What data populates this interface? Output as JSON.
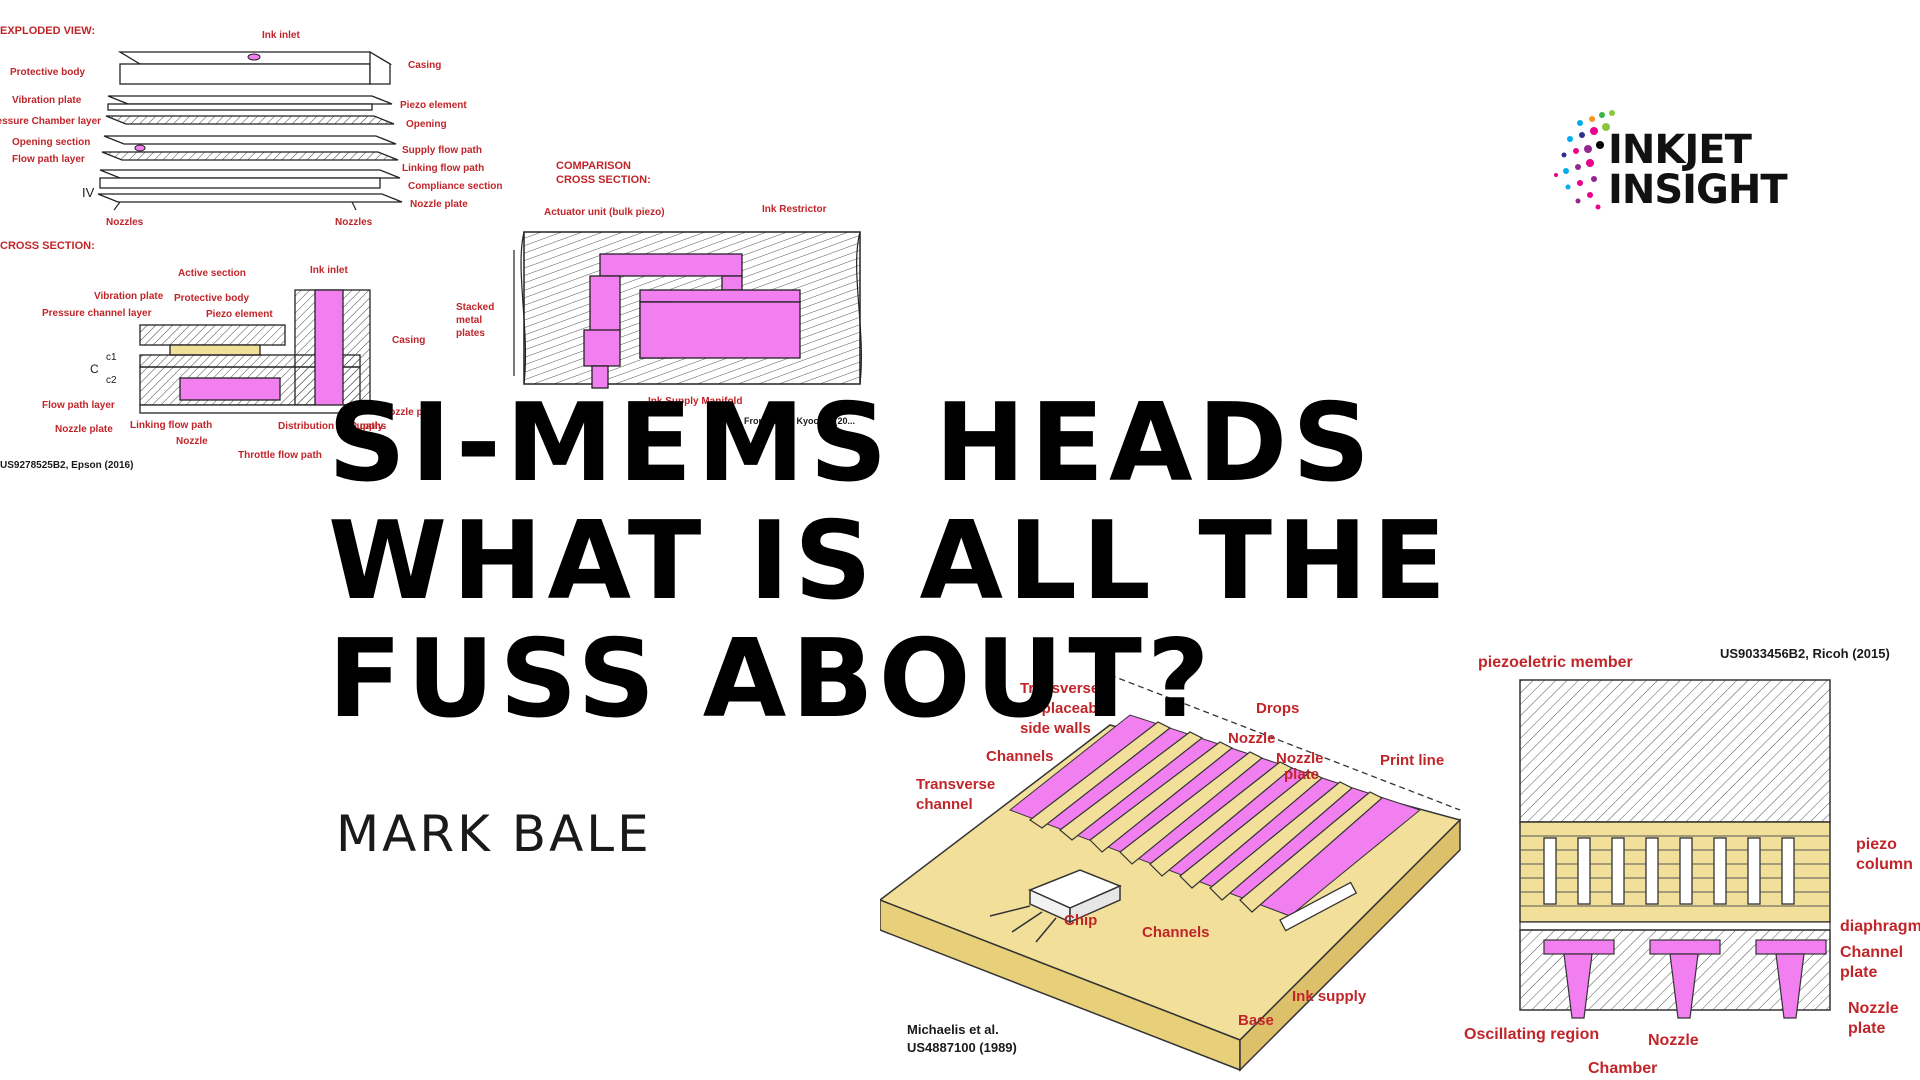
{
  "title_lines": [
    "SI-MEMS HEADS",
    "WHAT IS ALL THE",
    "FUSS ABOUT?"
  ],
  "author": "MARK BALE",
  "logo": {
    "line1": "INKJET",
    "line2": "INSIGHT"
  },
  "colors": {
    "accent": "#c0252a",
    "ink": "#f27ff0",
    "piezo": "#f1df9a",
    "title": "#000000"
  },
  "epson_figure": {
    "exploded_heading": "EXPLODED VIEW:",
    "exploded_labels": {
      "ink_inlet": "Ink inlet",
      "casing": "Casing",
      "protective_body": "Protective body",
      "vibration_plate": "Vibration plate",
      "piezo_element": "Piezo element",
      "pressure_chamber_layer": "Pressure Chamber layer",
      "opening": "Opening",
      "opening_section": "Opening section",
      "supply_flow_path": "Supply flow path",
      "flow_path_layer": "Flow path layer",
      "linking_flow_path": "Linking flow path",
      "iv": "IV",
      "compliance_section": "Compliance section",
      "nozzle_plate": "Nozzle plate",
      "nozzles_left": "Nozzles",
      "nozzles_right": "Nozzles"
    },
    "cross_heading": "CROSS SECTION:",
    "cross_labels": {
      "active_section": "Active section",
      "ink_inlet": "Ink inlet",
      "vibration_plate": "Vibration plate",
      "protective_body": "Protective body",
      "pressure_channel_layer": "Pressure channel layer",
      "piezo_element": "Piezo element",
      "casing": "Casing",
      "c": "C",
      "c1": "c1",
      "c2": "c2",
      "flow_path_layer": "Flow path layer",
      "nozzle_plate_left": "Nozzle plate",
      "nozzle_plate_right": "Nozzle plate",
      "linking_flow_path": "Linking flow path",
      "nozzle": "Nozzle",
      "distribution_flow_paths": "Distribution flow paths",
      "supply": "Supply",
      "throttle_flow_path": "Throttle flow path"
    },
    "citation": "US9278525B2, Epson (2016)"
  },
  "comparison_figure": {
    "heading_line1": "COMPARISON",
    "heading_line2": "CROSS SECTION:",
    "actuator": "Actuator unit (bulk piezo)",
    "restrictor": "Ink Restrictor",
    "stacked_line1": "Stacked",
    "stacked_line2": "metal",
    "stacked_line3": "plates",
    "manifold": "Ink Supply Manifold",
    "source": "From ...760, Kyocera (20..."
  },
  "shared_wall_figure": {
    "side_walls_line1": "Transversely",
    "side_walls_line2": "displaceable",
    "side_walls_line3": "side walls",
    "channels_top": "Channels",
    "transverse_line1": "Transverse",
    "transverse_line2": "channel",
    "drops": "Drops",
    "nozzle": "Nozzle",
    "nozzle_plate_line1": "Nozzle",
    "nozzle_plate_line2": "plate",
    "print_line": "Print line",
    "chip": "Chip",
    "channels_bottom": "Channels",
    "ink_supply": "Ink supply",
    "base": "Base",
    "citation_line1": "Michaelis et al.",
    "citation_line2": "US4887100 (1989)"
  },
  "ricoh_figure": {
    "citation": "US9033456B2, Ricoh (2015)",
    "piezo_member": "piezoeletric member",
    "piezo_column_line1": "piezo",
    "piezo_column_line2": "column",
    "diaphragm": "diaphragm",
    "channel_plate_line1": "Channel",
    "channel_plate_line2": "plate",
    "nozzle_plate_line1": "Nozzle",
    "nozzle_plate_line2": "plate",
    "oscillating": "Oscillating region",
    "nozzle": "Nozzle",
    "chamber": "Chamber"
  }
}
